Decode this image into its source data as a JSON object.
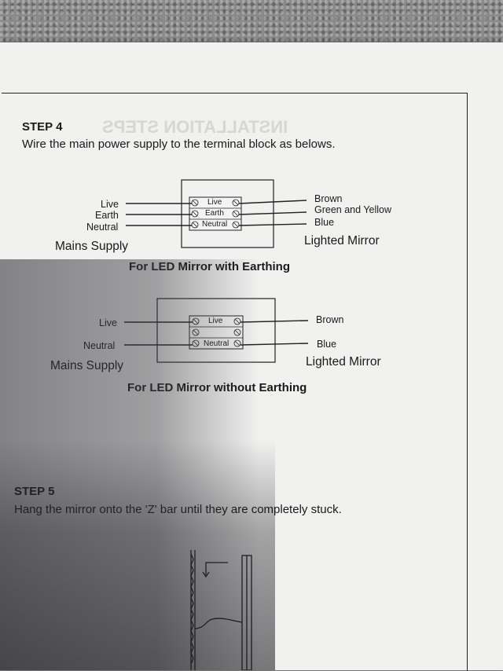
{
  "step4": {
    "heading": "STEP 4",
    "instruction": "Wire the main power supply to the terminal block as belows."
  },
  "diagram_earthing": {
    "left_labels": [
      "Live",
      "Earth",
      "Neutral"
    ],
    "terminal_labels": [
      "Live",
      "Earth",
      "Neutral"
    ],
    "right_labels": [
      "Brown",
      "Green and Yellow",
      "Blue"
    ],
    "supply_label": "Mains Supply",
    "mirror_label": "Lighted Mirror",
    "caption": "For LED Mirror with Earthing"
  },
  "diagram_no_earthing": {
    "left_labels": [
      "Live",
      "Neutral"
    ],
    "terminal_labels": [
      "Live",
      "Neutral"
    ],
    "right_labels": [
      "Brown",
      "Blue"
    ],
    "supply_label": "Mains Supply",
    "mirror_label": "Lighted Mirror",
    "caption": "For LED Mirror without Earthing"
  },
  "step5": {
    "heading": "STEP 5",
    "instruction": "Hang the mirror onto the 'Z' bar until they are completely stuck."
  }
}
